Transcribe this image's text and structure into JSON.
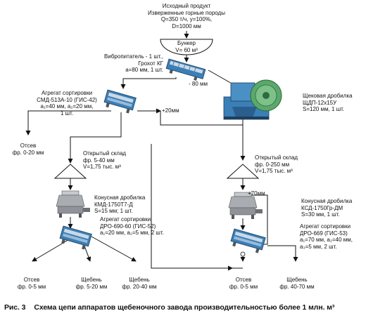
{
  "source": {
    "lines": [
      "Исходный продукт",
      "Изверженные горные породы",
      "Q=350 т/ч, у=100%,",
      "D=1000 мм"
    ]
  },
  "bunker": {
    "lines": [
      "Бункер",
      "V= 60 м³"
    ]
  },
  "feeder": {
    "lines": [
      "Вибропитатель - 1 шт.,",
      "Грохот КГ",
      "a=80 мм, 1 шт."
    ]
  },
  "jaw_crusher": {
    "lines": [
      "Щековая дробилка",
      "ЩДП-12х15У",
      "S=120 мм, 1 шт."
    ]
  },
  "screen1": {
    "lines": [
      "Агрегат сортировки",
      "СМД-513А-10 (ГИС-42)",
      "a₁=40 мм, a₂=20 мм,",
      "1 шт."
    ]
  },
  "flows": {
    "minus80": "- 80 мм",
    "plus20": "+20мм",
    "plus70": "+70мм"
  },
  "screenings1": {
    "lines": [
      "Отсев",
      "фр. 0-20 мм"
    ]
  },
  "stock1": {
    "lines": [
      "Открытый склад",
      "фр. 5-40 мм",
      "V=1,75 тыс. м³"
    ]
  },
  "stock2": {
    "lines": [
      "Открытый склад",
      "фр. 0-250 мм",
      "V=1,75 тыс. м³"
    ]
  },
  "cone1": {
    "lines": [
      "Конусная дробилка",
      "КМД-1750Т7-Д",
      "S=15 мм; 1 шт."
    ]
  },
  "cone2": {
    "lines": [
      "Конусная дробилка",
      "КСД-1750Гр-ДМ",
      "S=30 мм, 1 шт."
    ]
  },
  "screen2": {
    "lines": [
      "Агрегат сортировки",
      "ДРО-690-60 (ГИС-52)",
      "a₁=20 мм, a₂=5 мм, 2 шт."
    ]
  },
  "screen3": {
    "lines": [
      "Агрегат сортировки",
      "ДРО-669 (ГИС-53)",
      "a₁=70 мм, a₂=40 мм,",
      "a₃=5 мм, 2 шт."
    ]
  },
  "outputs": {
    "o1": [
      "Отсев",
      "фр. 0-5 мм"
    ],
    "o2": [
      "Щебень",
      "фр. 5-20 мм"
    ],
    "o3": [
      "Щебень",
      "фр. 20-40 мм"
    ],
    "o4": [
      "Отсев",
      "фр. 0-5 мм"
    ],
    "o5": [
      "Щебень",
      "фр. 40-70 мм"
    ]
  },
  "caption": {
    "fig": "Рис. 3",
    "text": "Схема цепи аппаратов щебеночного завода производительностью более 1 млн. м³"
  },
  "colors": {
    "screen_blue": "#3a7fb7",
    "crusher_green": "#5aa86a",
    "steel_gray": "#a9adb2",
    "line": "#111111"
  }
}
